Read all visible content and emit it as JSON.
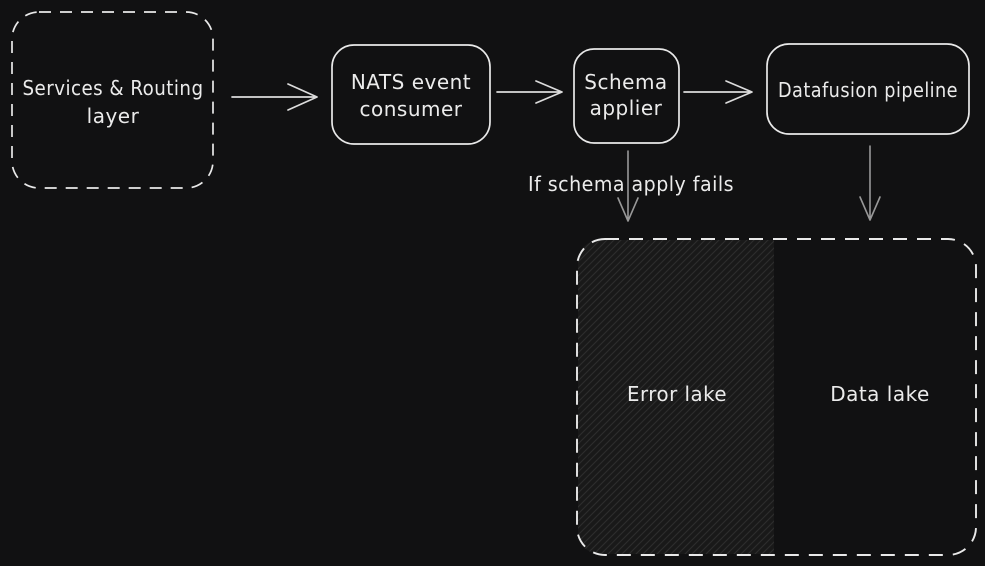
{
  "diagram": {
    "nodes": {
      "services": {
        "line1": "Services & Routing",
        "line2": "layer"
      },
      "nats": {
        "line1": "NATS event",
        "line2": "consumer"
      },
      "schema": {
        "line1": "Schema",
        "line2": "applier"
      },
      "datafusion": {
        "label": "Datafusion pipeline"
      },
      "error_lake": {
        "label": "Error lake"
      },
      "data_lake": {
        "label": "Data lake"
      }
    },
    "annotations": {
      "fail_condition": "If schema apply fails"
    },
    "colors": {
      "background": "#111112",
      "stroke": "#e9e9e9",
      "arrow": "#dcdcdc",
      "arrow_dim": "#989898",
      "hatch_fill": "#191919",
      "hatch_line": "#2d2d2d"
    }
  }
}
